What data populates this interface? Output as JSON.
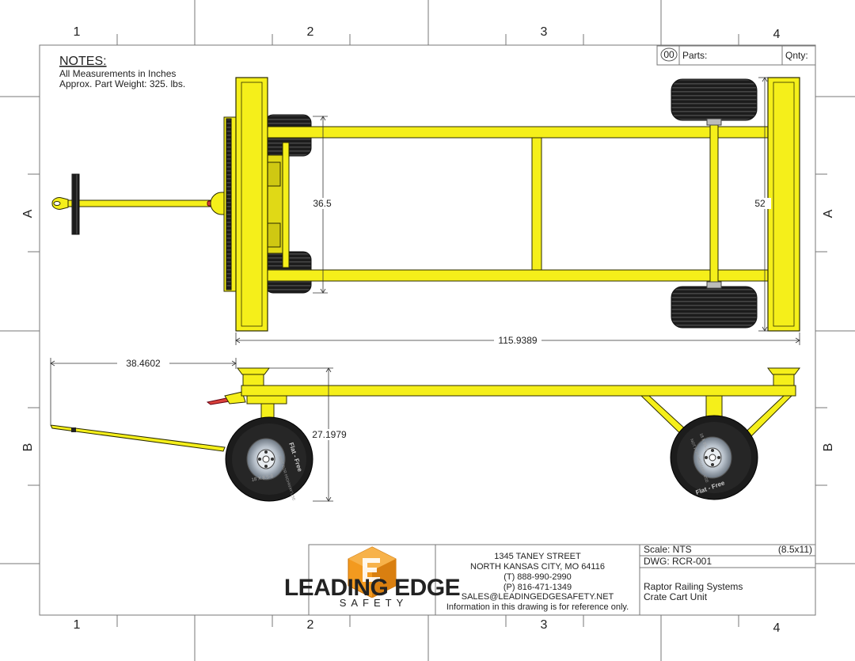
{
  "zones": {
    "columns": [
      "1",
      "2",
      "3",
      "4"
    ],
    "rows": [
      "A",
      "B"
    ]
  },
  "notes": {
    "title": "NOTES:",
    "lines": [
      "All Measurements in Inches",
      "Approx. Part Weight: 325. lbs."
    ]
  },
  "parts_table": {
    "number": "00",
    "parts_label": "Parts:",
    "qty_label": "Qnty:"
  },
  "dimensions": {
    "inner_width": "36.5",
    "outer_width": "52",
    "overall_length": "115.9389",
    "handle_length": "38.4602",
    "height": "27.1979"
  },
  "tire_text": {
    "line1": "Flat - Free",
    "line2": "NOT FOR HIGHWAY USE",
    "line3": "18 X 8.5-8"
  },
  "title_block": {
    "logo": {
      "main": "LEADING EDGE",
      "sub": "SAFETY"
    },
    "address": {
      "street": "1345 TANEY STREET",
      "city": "NORTH KANSAS CITY, MO 64116",
      "phone_t": "(T) 888-990-2990",
      "phone_p": "(P) 816-471-1349",
      "email": "SALES@LEADINGEDGESAFETY.NET",
      "disclaimer": "Information in this drawing is for reference only."
    },
    "scale": "Scale: NTS",
    "sheet_size": "(8.5x11)",
    "dwg": "DWG: RCR-001",
    "title_line1": "Raptor Railing Systems",
    "title_line2": "Crate Cart Unit"
  },
  "colors": {
    "frame_yellow": "#f5ef1a",
    "outline": "#2b2b00",
    "tire": "#1a1a1a",
    "logo_orange": "#f39a1f",
    "border": "#777777"
  }
}
